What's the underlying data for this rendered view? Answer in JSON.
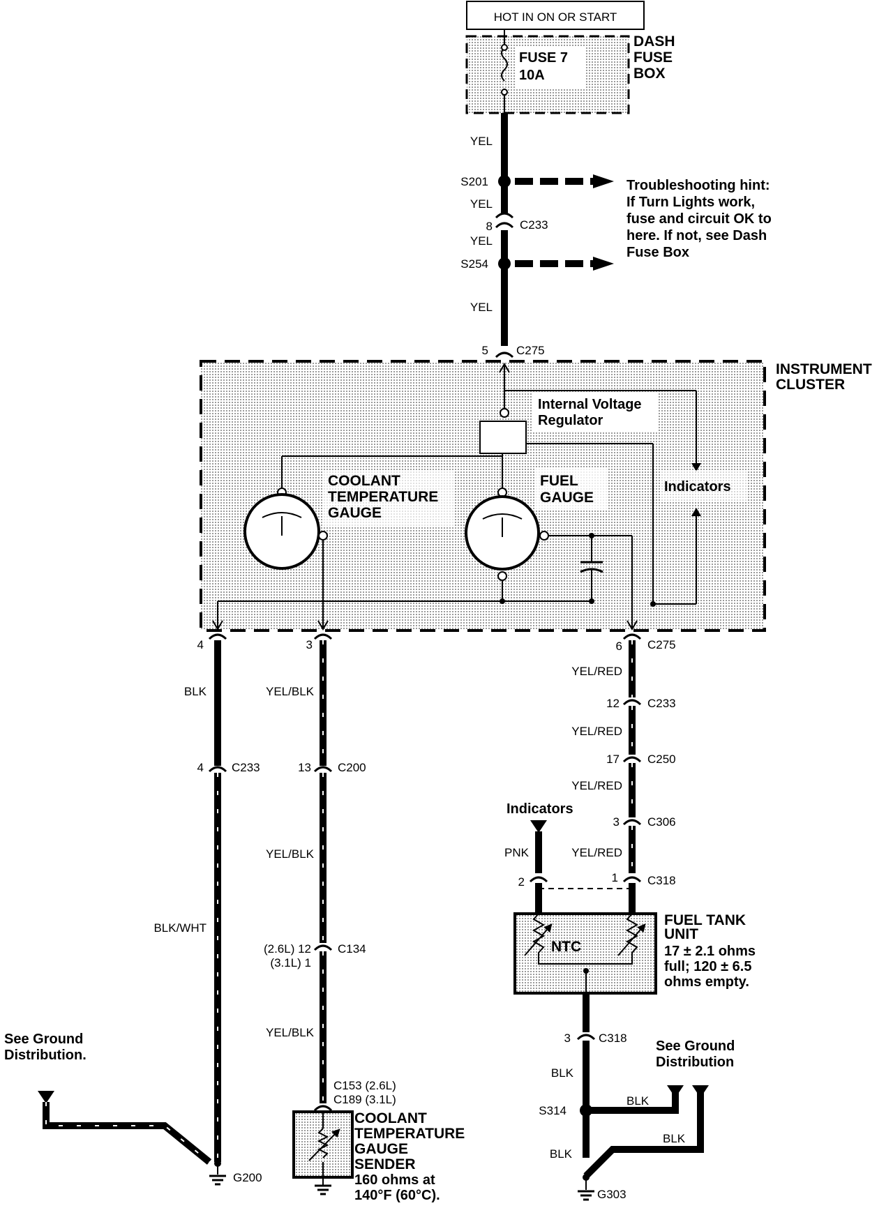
{
  "header": {
    "power_label": "HOT IN ON OR START"
  },
  "fuse_box": {
    "fuse_name": "FUSE 7",
    "fuse_rating": "10A",
    "box_label_1": "DASH",
    "box_label_2": "FUSE",
    "box_label_3": "BOX"
  },
  "wires": {
    "yel": "YEL",
    "blk": "BLK",
    "blk_wht": "BLK/WHT",
    "yel_blk": "YEL/BLK",
    "yel_red": "YEL/RED",
    "pnk": "PNK"
  },
  "splices": {
    "s201": "S201",
    "s254": "S254",
    "s314": "S314"
  },
  "connectors": {
    "c233": "C233",
    "c275": "C275",
    "c200": "C200",
    "c134": "C134",
    "c153": "C153 (2.6L)",
    "c189": "C189 (3.1L)",
    "c250": "C250",
    "c306": "C306",
    "c318": "C318",
    "pin_8": "8",
    "pin_5": "5",
    "pin_4": "4",
    "pin_3": "3",
    "pin_6": "6",
    "pin_12": "12",
    "pin_13": "13",
    "pin_17": "17",
    "pin_2": "2",
    "pin_1": "1",
    "pin_26": "(2.6L) 12",
    "pin_31": "(3.1L) 1"
  },
  "hint": {
    "line1": "Troubleshooting hint:",
    "line2": "If Turn Lights work,",
    "line3": "fuse and circuit OK to",
    "line4": "here. If not, see Dash",
    "line5": "Fuse Box"
  },
  "cluster": {
    "label_1": "INSTRUMENT",
    "label_2": "CLUSTER",
    "regulator_1": "Internal Voltage",
    "regulator_2": "Regulator",
    "coolant_1": "COOLANT",
    "coolant_2": "TEMPERATURE",
    "coolant_3": "GAUGE",
    "fuel_1": "FUEL",
    "fuel_2": "GAUGE",
    "indicators": "Indicators"
  },
  "fuel_tank": {
    "indicators": "Indicators",
    "ntc": "NTC",
    "title_1": "FUEL TANK",
    "title_2": "UNIT",
    "spec_1": "17 ± 2.1 ohms",
    "spec_2": "full; 120 ± 6.5",
    "spec_3": "ohms empty."
  },
  "sender": {
    "title_1": "COOLANT",
    "title_2": "TEMPERATURE",
    "title_3": "GAUGE",
    "title_4": "SENDER",
    "spec_1": "160 ohms at",
    "spec_2": "140°F (60°C)."
  },
  "grounds": {
    "see_left_1": "See Ground",
    "see_left_2": "Distribution.",
    "see_right_1": "See Ground",
    "see_right_2": "Distribution",
    "g200": "G200",
    "g303": "G303"
  }
}
